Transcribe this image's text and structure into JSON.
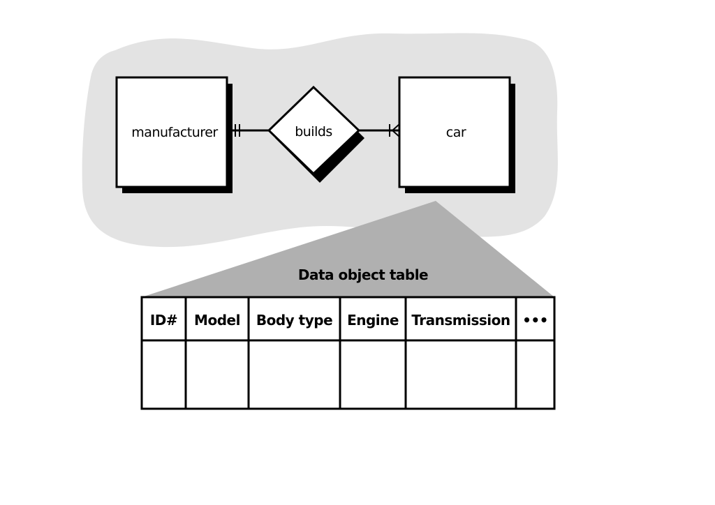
{
  "colors": {
    "background": "#ffffff",
    "cloud": "#e3e3e3",
    "wedge": "#b0b0b0",
    "stroke": "#000000",
    "box_fill": "#ffffff"
  },
  "erd": {
    "entity_left": {
      "label": "manufacturer"
    },
    "relationship": {
      "label": "builds"
    },
    "entity_right": {
      "label": "car"
    }
  },
  "table": {
    "title": "Data object table",
    "columns": [
      "ID#",
      "Model",
      "Body type",
      "Engine",
      "Transmission",
      "•••"
    ]
  }
}
